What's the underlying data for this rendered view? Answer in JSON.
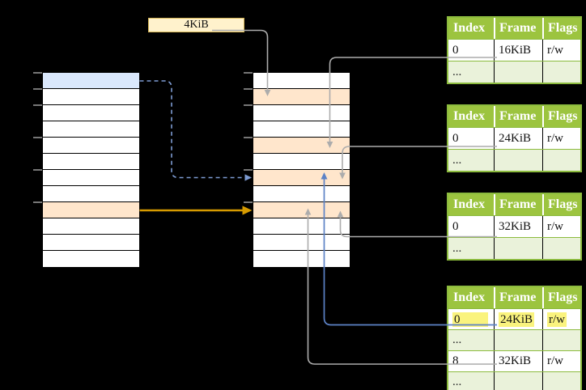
{
  "colors": {
    "bg": "#000000",
    "row_blue": "#DAE8FC",
    "row_orange": "#FFE6CC",
    "label_fill": "#FFF2CC",
    "label_border": "#D6B656",
    "table_green": "#9CC43F",
    "table_green_light": "#EAF2DA",
    "table_border_green": "#8CBB3E",
    "connector_gray": "#ACACAC",
    "tick_gray": "#8C8C8C",
    "arrow_orange": "#D79B00",
    "arrow_blue_solid": "#5C82C6",
    "arrow_blue_dashed": "#7D9BD2",
    "highlight": "#FAF37E"
  },
  "label_4kib": {
    "text": "4KiB"
  },
  "left_table": {
    "description": "memory stack with one blue row and one orange row",
    "rows": [
      "blue",
      "white",
      "white",
      "white",
      "white",
      "white",
      "white",
      "white",
      "orange",
      "white",
      "white",
      "white"
    ]
  },
  "middle_table": {
    "description": "memory stack with four orange frames",
    "rows": [
      "white",
      "orange",
      "white",
      "white",
      "orange",
      "white",
      "orange",
      "white",
      "orange",
      "white",
      "white",
      "white"
    ]
  },
  "right_tables": [
    {
      "headers": [
        "Index",
        "Frame",
        "Flags"
      ],
      "rows": [
        {
          "cells": [
            "0",
            "16KiB",
            "r/w"
          ],
          "shaded": false,
          "highlight": false
        },
        {
          "cells": [
            "...",
            "",
            ""
          ],
          "shaded": true,
          "highlight": false
        }
      ]
    },
    {
      "headers": [
        "Index",
        "Frame",
        "Flags"
      ],
      "rows": [
        {
          "cells": [
            "0",
            "24KiB",
            "r/w"
          ],
          "shaded": false,
          "highlight": false
        },
        {
          "cells": [
            "...",
            "",
            ""
          ],
          "shaded": true,
          "highlight": false
        }
      ]
    },
    {
      "headers": [
        "Index",
        "Frame",
        "Flags"
      ],
      "rows": [
        {
          "cells": [
            "0",
            "32KiB",
            "r/w"
          ],
          "shaded": false,
          "highlight": false
        },
        {
          "cells": [
            "...",
            "",
            ""
          ],
          "shaded": true,
          "highlight": false
        }
      ]
    },
    {
      "headers": [
        "Index",
        "Frame",
        "Flags"
      ],
      "rows": [
        {
          "cells": [
            "0",
            "24KiB",
            "r/w"
          ],
          "shaded": false,
          "highlight": true
        },
        {
          "cells": [
            "...",
            "",
            ""
          ],
          "shaded": true,
          "highlight": false
        },
        {
          "cells": [
            "8",
            "32KiB",
            "r/w"
          ],
          "shaded": false,
          "highlight": false
        },
        {
          "cells": [
            "...",
            "",
            ""
          ],
          "shaded": true,
          "highlight": false
        }
      ]
    }
  ]
}
